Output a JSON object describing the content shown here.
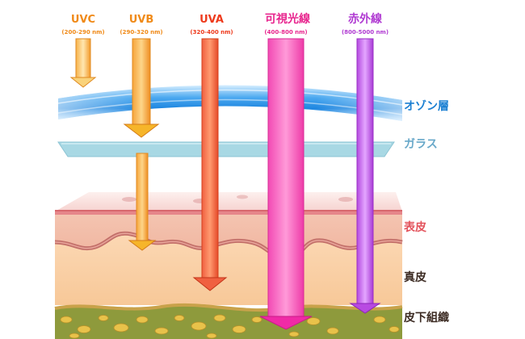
{
  "rays": [
    {
      "name": "UVC",
      "range": "(200-290 nm)",
      "color": "#f08a18"
    },
    {
      "name": "UVB",
      "range": "(290-320 nm)",
      "color": "#f08a18"
    },
    {
      "name": "UVA",
      "range": "(320-400 nm)",
      "color": "#ee3a1c"
    },
    {
      "name": "可視光線",
      "range": "(400-800 nm)",
      "color": "#e8258e"
    },
    {
      "name": "赤外線",
      "range": "(800-5000 nm)",
      "color": "#b03ad2"
    }
  ],
  "layers": {
    "ozone": {
      "label": "オゾン層",
      "color": "#1b7fd2"
    },
    "glass": {
      "label": "ガラス",
      "color": "#68a8c9"
    },
    "epidermis": {
      "label": "表皮",
      "color": "#e3535c"
    },
    "dermis": {
      "label": "真皮",
      "color": "#3b2a22"
    },
    "subcutaneous": {
      "label": "皮下組織",
      "color": "#3b2a22"
    }
  }
}
